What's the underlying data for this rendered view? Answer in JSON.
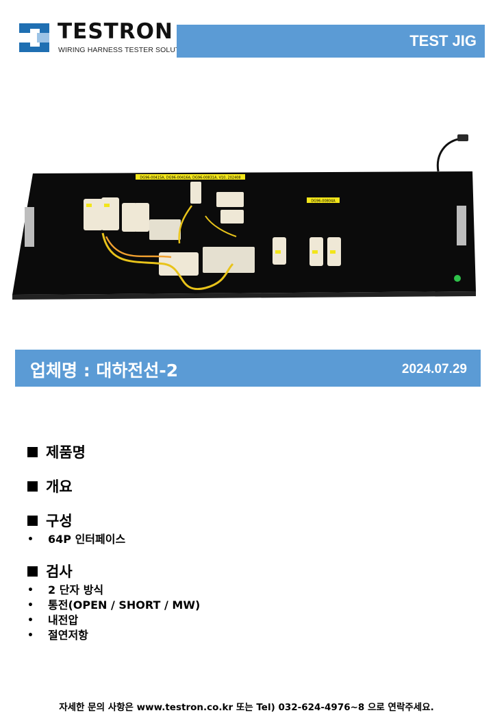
{
  "header": {
    "brand": "TESTRON",
    "tagline": "WIRING HARNESS TESTER SOLUTIONS",
    "doc_type": "TEST JIG",
    "colors": {
      "accent": "#5b9bd5",
      "logo_blue": "#1f6fb2"
    }
  },
  "photo": {
    "labels": [
      "DG96-00415A, DG96-00416A, DG96-00831A, V10, 202408",
      "DG96-00804A"
    ]
  },
  "company": {
    "name": "업체명 : 대하전선-2",
    "date": "2024.07.29"
  },
  "sections": {
    "product": {
      "title": "제품명"
    },
    "overview": {
      "title": "개요"
    },
    "composition": {
      "title": "구성",
      "items": [
        "64P 인터페이스"
      ]
    },
    "inspection": {
      "title": "검사",
      "items": [
        "2 단자 방식",
        "통전(OPEN / SHORT / MW)",
        "내전압",
        "절연저항"
      ]
    }
  },
  "footer": {
    "text": "자세한 문의 사항은 www.testron.co.kr 또는 Tel) 032-624-4976~8 으로 연락주세요."
  }
}
